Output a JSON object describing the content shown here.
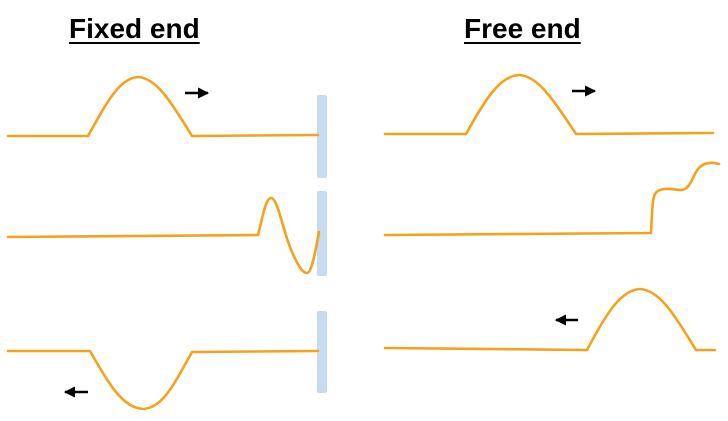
{
  "titles": {
    "fixed_end": "Fixed end",
    "free_end": "Free end"
  },
  "colors": {
    "wave": "#f5a21b",
    "wall": "#c7dcef",
    "arrow": "#000000"
  },
  "panels": [
    {
      "id": "fixed",
      "has_wall": true,
      "stages": [
        {
          "stage": "incident",
          "pulse": "crest",
          "direction": "right"
        },
        {
          "stage": "at-boundary",
          "pulse": "crest-to-trough",
          "direction": "none"
        },
        {
          "stage": "reflected",
          "pulse": "trough",
          "direction": "left"
        }
      ]
    },
    {
      "id": "free",
      "has_wall": false,
      "stages": [
        {
          "stage": "incident",
          "pulse": "crest",
          "direction": "right"
        },
        {
          "stage": "at-boundary",
          "pulse": "doubled-crest",
          "direction": "none"
        },
        {
          "stage": "reflected",
          "pulse": "crest",
          "direction": "left"
        }
      ]
    }
  ]
}
